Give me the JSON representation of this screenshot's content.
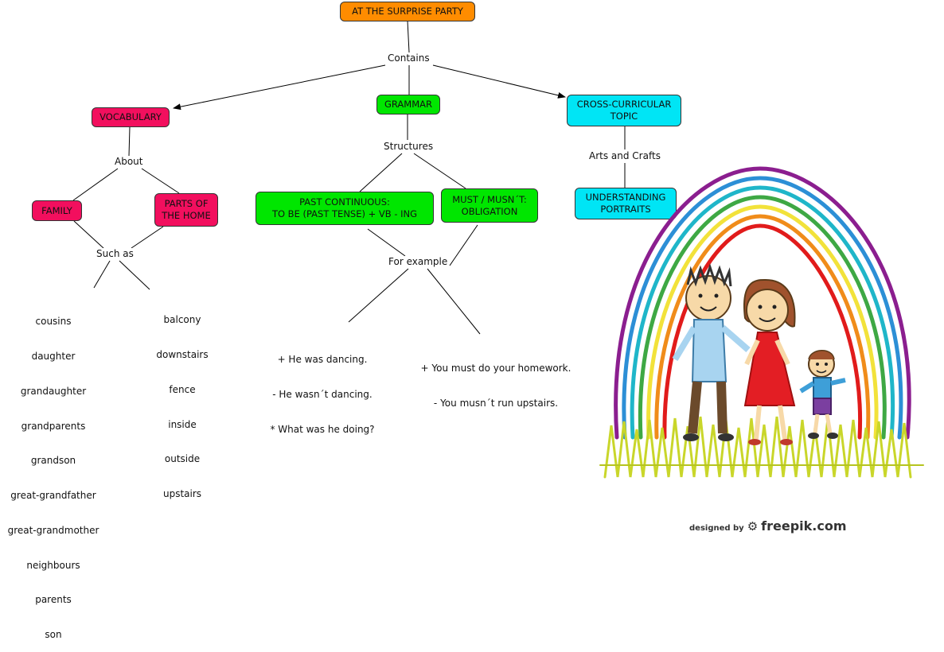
{
  "root": {
    "label": "AT THE SURPRISE PARTY"
  },
  "links": {
    "contains": "Contains",
    "about": "About",
    "structures": "Structures",
    "arts": "Arts and Crafts",
    "such_as": "Such as",
    "for_example": "For example"
  },
  "nodes": {
    "vocabulary": "VOCABULARY",
    "grammar": "GRAMMAR",
    "cross_curricular": [
      "CROSS-CURRICULAR",
      "TOPIC"
    ],
    "family": "FAMILY",
    "parts_home": [
      "PARTS OF",
      "THE HOME"
    ],
    "past_continuous": [
      "PAST CONTINUOUS:",
      "TO BE (PAST TENSE) + VB - ING"
    ],
    "must": [
      "MUST / MUSN´T:",
      "OBLIGATION"
    ],
    "portraits": [
      "UNDERSTANDING",
      "PORTRAITS"
    ]
  },
  "lists": {
    "family_words": [
      "cousins",
      "daughter",
      "grandaughter",
      "grandparents",
      "grandson",
      "great-grandfather",
      "great-grandmother",
      "neighbours",
      "parents",
      "son"
    ],
    "home_words": [
      "balcony",
      "downstairs",
      "fence",
      "inside",
      "outside",
      "upstairs"
    ],
    "past_examples": [
      "+ He was dancing.",
      "- He wasn´t dancing.",
      "* What was he doing?"
    ],
    "must_examples": [
      "+ You must do your homework.",
      "- You musn´t run upstairs."
    ]
  },
  "credit": {
    "designed_by": "designed by",
    "brand": "freepik.com"
  },
  "colors": {
    "orange": "#ff8c00",
    "pink": "#f20f5e",
    "green": "#00e600",
    "cyan": "#00e5f5"
  }
}
